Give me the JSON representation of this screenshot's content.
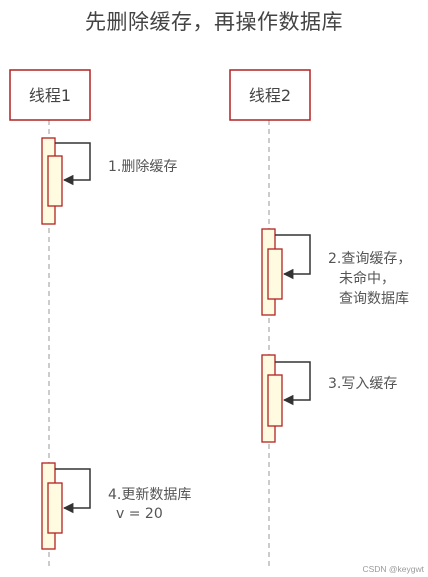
{
  "title": "先删除缓存，再操作数据库",
  "participants": [
    {
      "label": "线程1"
    },
    {
      "label": "线程2"
    }
  ],
  "steps": [
    {
      "participant": 0,
      "lines": [
        "1.删除缓存"
      ]
    },
    {
      "participant": 1,
      "lines": [
        "2.查询缓存，",
        "未命中，",
        "查询数据库"
      ]
    },
    {
      "participant": 1,
      "lines": [
        "3.写入缓存"
      ]
    },
    {
      "participant": 0,
      "lines": [
        "4.更新数据库",
        "v = 20"
      ]
    }
  ],
  "colors": {
    "box_border": "#b22222",
    "activation_fill": "#fffbe0",
    "lifeline": "#9a9a9a",
    "arrow": "#333333",
    "text": "#555555"
  },
  "watermark": "CSDN @keygwt"
}
